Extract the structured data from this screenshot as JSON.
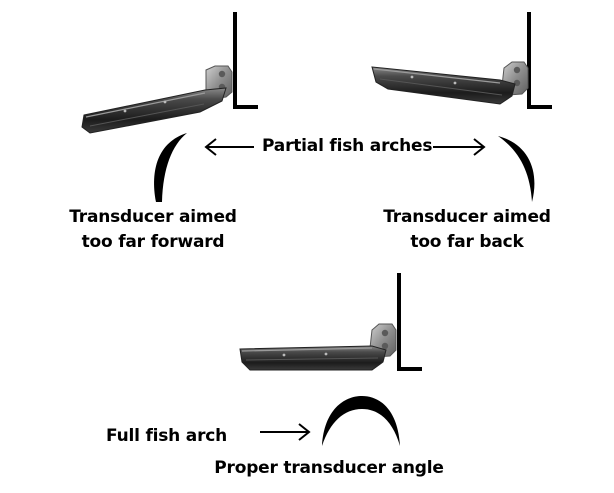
{
  "labels": {
    "partial_arches": "Partial fish arches",
    "forward_line1": "Transducer aimed",
    "forward_line2": "too far forward",
    "back_line1": "Transducer aimed",
    "back_line2": "too far back",
    "full_arch": "Full fish arch",
    "proper_angle": "Proper transducer angle"
  },
  "colors": {
    "ink": "#000000",
    "transducer_body": "#2e2e2e",
    "transducer_edge": "#6a6a6a",
    "bracket": "#9a9a9a"
  }
}
